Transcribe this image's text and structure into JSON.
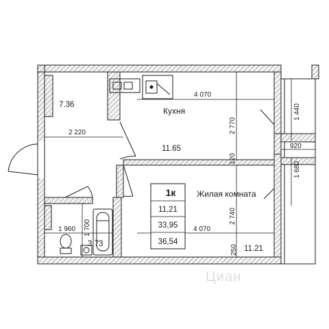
{
  "rooms": {
    "kitchen": {
      "name": "Кухня",
      "area": "11.65"
    },
    "living": {
      "name": "Жилая комната",
      "area": "11.21"
    },
    "hall": {
      "area": "7.36"
    },
    "bath": {
      "area": "3.73"
    }
  },
  "summary": {
    "rooms_count": "1к",
    "living_area": "11,21",
    "total_area": "33,95",
    "total_with_balcony": "36,54"
  },
  "dimensions": {
    "kitchen_width": "4 070",
    "kitchen_depth": "2 770",
    "hall_width": "2 220",
    "partition": "120",
    "living_width": "4 070",
    "living_depth": "2 740",
    "bath_width": "1 960",
    "bath_depth": "1 700",
    "window_top": "1 440",
    "pier": "920",
    "window_bottom": "1 680",
    "bottom_offset": "250"
  },
  "watermark": "Циан",
  "colors": {
    "wall": "#e8e8e8",
    "line": "#1a1a1a",
    "watermark": "#dcdcdc"
  }
}
